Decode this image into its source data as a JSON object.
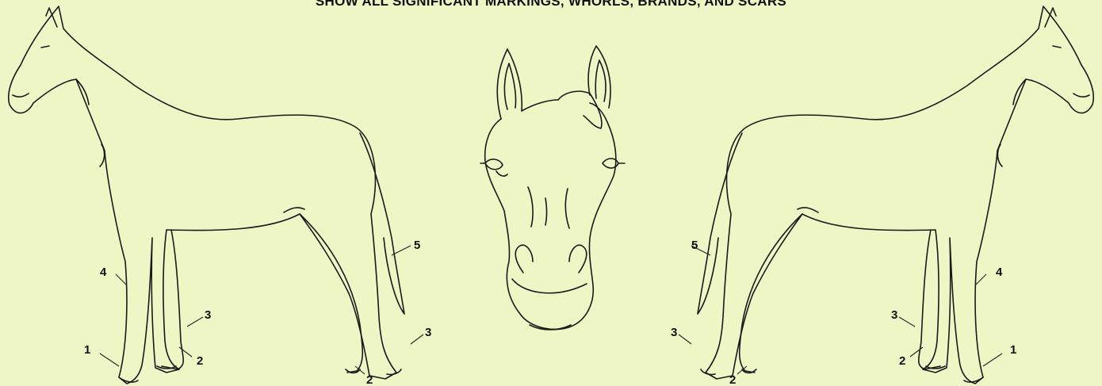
{
  "header": {
    "title": "SHOW ALL SIGNIFICANT MARKINGS, WHORLS, BRANDS, AND SCARS"
  },
  "left_view": {
    "labels": [
      "1",
      "2",
      "3",
      "4",
      "2",
      "3",
      "5"
    ]
  },
  "head_view": {},
  "right_view": {
    "labels": [
      "5",
      "3",
      "2",
      "3",
      "2",
      "4",
      "1"
    ]
  },
  "colors": {
    "background": "#eef6c6",
    "line": "#1a1a1a"
  }
}
